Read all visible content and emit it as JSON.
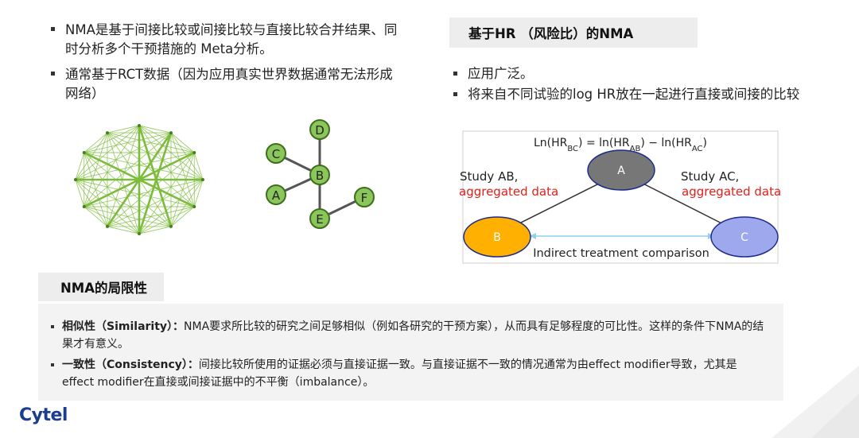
{
  "left_bullets": [
    "NMA是基于间接比较或间接比较与直接比较合并结果、同时分析多个干预措施的 Meta分析。",
    "通常基于RCT数据（因为应用真实世界数据通常无法形成网络）"
  ],
  "hr_title": "基于HR （风险比）的NMA",
  "right_bullets": [
    "应用广泛。",
    "将来自不同试验的log HR放在一起进行直接或间接的比较"
  ],
  "formula": "Ln(HR_BC) = ln(HR_AB) − ln(HR_AC)",
  "study_ab": "Study AB,",
  "study_ac": "Study AC,",
  "aggregated_data": "aggregated data",
  "node_a": "A",
  "node_b": "B",
  "node_c": "C",
  "indirect_label": "Indirect treatment comparison",
  "star_nodes": [
    "D",
    "C",
    "B",
    "A",
    "E",
    "F"
  ],
  "limits_title": "NMA的局限性",
  "limits": [
    {
      "term": "相似性（Similarity）：",
      "text": "NMA要求所比较的研究之间足够相似（例如各研究的干预方案），从而具有足够程度的可比性。这样的条件下NMA的结果才有意义。"
    },
    {
      "term": "一致性（Consistency）：",
      "text": "间接比较所使用的证据必须与直接证据一致。与直接证据不一致的情况通常为由effect modifier导致，尤其是effect modifier在直接或间接证据中的不平衡（imbalance）。"
    }
  ],
  "logo": "Cytel",
  "colors": {
    "green_line": "#7dbb3c",
    "green_node": "#8ac65a",
    "node_a": "#777777",
    "node_b": "#ffb000",
    "node_c": "#9ea8ec",
    "arrow": "#8fd0ee",
    "red_text": "#e0201b"
  }
}
